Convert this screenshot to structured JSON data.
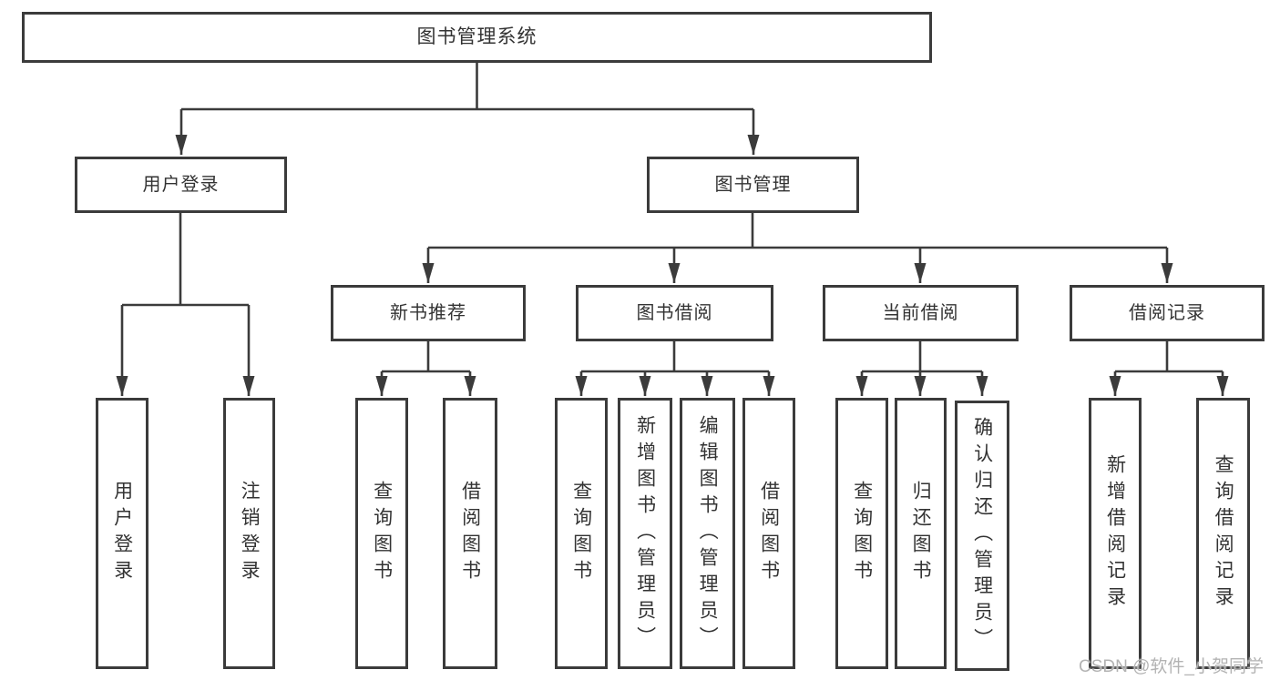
{
  "colors": {
    "line": "#3b3b3b",
    "box_border": "#3b3b3b",
    "text": "#333333",
    "background": "#ffffff",
    "watermark": "#b3b3b3"
  },
  "watermark": {
    "text": "CSDN @软件_小贺同学"
  },
  "tree": {
    "root": {
      "label": "图书管理系统",
      "children": [
        {
          "label": "用户登录",
          "children": [
            {
              "label": "用户登录"
            },
            {
              "label": "注销登录"
            }
          ]
        },
        {
          "label": "图书管理",
          "children": [
            {
              "label": "新书推荐",
              "children": [
                {
                  "label": "查询图书"
                },
                {
                  "label": "借阅图书"
                }
              ]
            },
            {
              "label": "图书借阅",
              "children": [
                {
                  "label": "查询图书"
                },
                {
                  "label": "新增图书（管理员）"
                },
                {
                  "label": "编辑图书（管理员）"
                },
                {
                  "label": "借阅图书"
                }
              ]
            },
            {
              "label": "当前借阅",
              "children": [
                {
                  "label": "查询图书"
                },
                {
                  "label": "归还图书"
                },
                {
                  "label": "确认归还（管理员）"
                }
              ]
            },
            {
              "label": "借阅记录",
              "children": [
                {
                  "label": "新增借阅记录"
                },
                {
                  "label": "查询借阅记录"
                }
              ]
            }
          ]
        }
      ]
    }
  }
}
